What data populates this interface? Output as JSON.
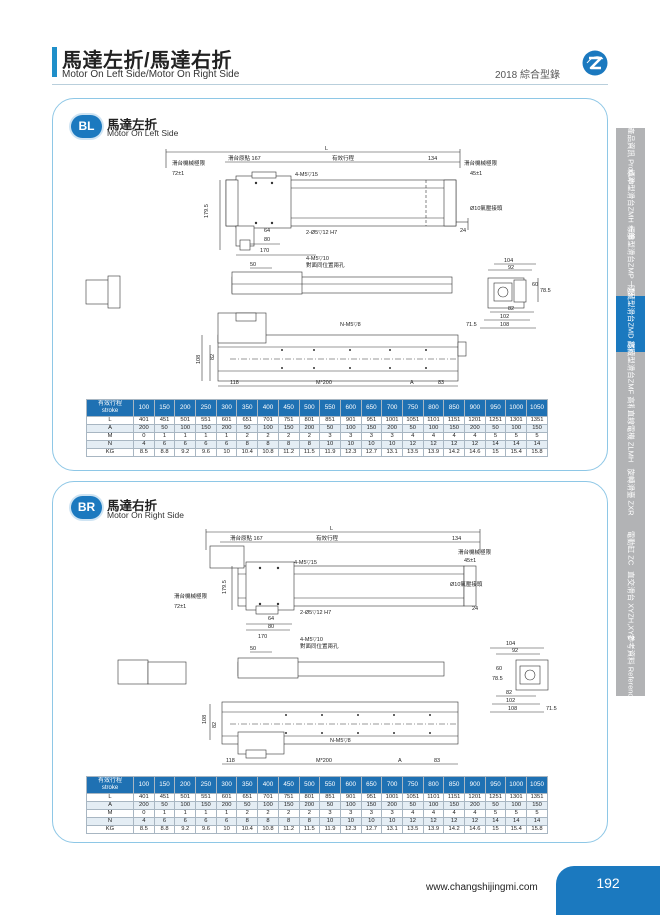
{
  "header": {
    "title_cn": "馬達左折/馬達右折",
    "title_en": "Motor On Left Side/Motor On Right Side",
    "catalog": "2018 綜合型錄",
    "logo": "company-logo-icon",
    "accent_color": "#1b79bf"
  },
  "bl": {
    "badge": "BL",
    "title_cn": "馬達左折",
    "title_en": "Motor On Left Side",
    "labels": {
      "L": "L",
      "slide_origin": "滑台原點 167",
      "stroke": "有效行程",
      "d134": "134",
      "mech_stop_l": "滑台機械極限",
      "mech_stop_r": "滑台機械極限",
      "d72": "72±1",
      "d45": "45±1",
      "m5_15": "4-M5▽15",
      "d1795": "179.5",
      "d64": "64",
      "d80": "80",
      "d170": "170",
      "pin": "2-Ø5▽12 H7",
      "air": "Ø10氣壓接頭",
      "d24": "24",
      "d50": "50",
      "m5_10": "4-M5▽10",
      "hole_note": "對面同位置兩孔",
      "d104": "104",
      "d92": "92",
      "d60": "60",
      "d785": "78.5",
      "d82": "82",
      "d102": "102",
      "d715": "71.5",
      "d108": "108",
      "nm5": "N-M5▽8",
      "d82b": "82",
      "d108b": "108",
      "d118": "118",
      "m200": "M*200",
      "A": "A",
      "d83": "83"
    }
  },
  "br": {
    "badge": "BR",
    "title_cn": "馬達右折",
    "title_en": "Motor On Right Side",
    "labels": {
      "L": "L",
      "slide_origin": "滑台原點 167",
      "stroke": "有效行程",
      "d134": "134",
      "mech_stop_l": "滑台機械極限",
      "mech_stop_r": "滑台機械極限",
      "d72": "72±1",
      "d45": "45±1",
      "m5_15": "4-M5▽15",
      "d1795": "179.5",
      "d64": "64",
      "d80": "80",
      "d170": "170",
      "pin": "2-Ø5▽12 H7",
      "air": "Ø10氣壓接頭",
      "d24": "24",
      "d50": "50",
      "m5_10": "4-M5▽10",
      "hole_note": "對面同位置兩孔",
      "d104": "104",
      "d92": "92",
      "d60": "60",
      "d785": "78.5",
      "d82": "82",
      "d102": "102",
      "d715": "71.5",
      "d108": "108",
      "nm5": "N-M5▽8",
      "d82b": "82",
      "d108b": "108",
      "d118": "118",
      "m200": "M*200",
      "A": "A",
      "d83": "83"
    }
  },
  "table": {
    "corner_cn": "有效行程",
    "corner_en": "stroke",
    "strokes": [
      "100",
      "150",
      "200",
      "250",
      "300",
      "350",
      "400",
      "450",
      "500",
      "550",
      "600",
      "650",
      "700",
      "750",
      "800",
      "850",
      "900",
      "950",
      "1000",
      "1050"
    ],
    "rows": [
      {
        "label": "L",
        "values": [
          "401",
          "451",
          "501",
          "551",
          "601",
          "651",
          "701",
          "751",
          "801",
          "851",
          "901",
          "951",
          "1001",
          "1051",
          "1101",
          "1151",
          "1201",
          "1251",
          "1301",
          "1351"
        ]
      },
      {
        "label": "A",
        "values": [
          "200",
          "50",
          "100",
          "150",
          "200",
          "50",
          "100",
          "150",
          "200",
          "50",
          "100",
          "150",
          "200",
          "50",
          "100",
          "150",
          "200",
          "50",
          "100",
          "150"
        ]
      },
      {
        "label": "M",
        "values": [
          "0",
          "1",
          "1",
          "1",
          "1",
          "2",
          "2",
          "2",
          "2",
          "3",
          "3",
          "3",
          "3",
          "4",
          "4",
          "4",
          "4",
          "5",
          "5",
          "5"
        ]
      },
      {
        "label": "N",
        "values": [
          "4",
          "6",
          "6",
          "6",
          "6",
          "8",
          "8",
          "8",
          "8",
          "10",
          "10",
          "10",
          "10",
          "12",
          "12",
          "12",
          "12",
          "14",
          "14",
          "14"
        ]
      },
      {
        "label": "KG",
        "values": [
          "8.5",
          "8.8",
          "9.2",
          "9.6",
          "10",
          "10.4",
          "10.8",
          "11.2",
          "11.5",
          "11.9",
          "12.3",
          "12.7",
          "13.1",
          "13.5",
          "13.9",
          "14.2",
          "14.6",
          "15",
          "15.4",
          "15.8"
        ]
      }
    ]
  },
  "nav": [
    {
      "label": "產品資訊 Product",
      "active": false
    },
    {
      "label": "標準型滑台ZMH 一般精度",
      "active": false
    },
    {
      "label": "標準型滑台ZMP 一般精度",
      "active": false
    },
    {
      "label": "隱藏型滑台ZMD 高精度",
      "active": true
    },
    {
      "label": "隱藏型滑台ZMF 高精度",
      "active": false
    },
    {
      "label": "直線電機 ZLMH",
      "active": false
    },
    {
      "label": "旋轉滑臺 ZXR",
      "active": false
    },
    {
      "label": "電動缸 ZC",
      "active": false
    },
    {
      "label": "直交滑台 XYZH,XYZP",
      "active": false
    },
    {
      "label": "參考資料 Reference",
      "active": false
    }
  ],
  "footer": {
    "url": "www.changshijingmi.com",
    "page": "192"
  }
}
